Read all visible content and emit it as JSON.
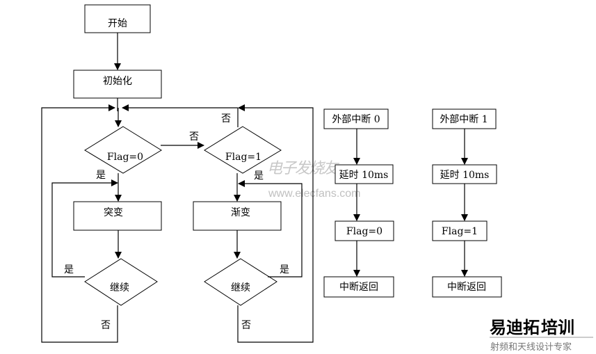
{
  "main_flow": {
    "start": "开始",
    "init": "初始化",
    "decision_flag0": "Flag=0",
    "decision_flag1": "Flag=1",
    "step_abrupt": "突变",
    "step_gradual": "渐变",
    "continue_left": "继续",
    "continue_right": "继续",
    "labels": {
      "yes": "是",
      "no": "否"
    }
  },
  "interrupt0": {
    "title": "外部中断 0",
    "delay": "延时 10ms",
    "set": "Flag=0",
    "return": "中断返回"
  },
  "interrupt1": {
    "title": "外部中断 1",
    "delay": "延时 10ms",
    "set": "Flag=1",
    "return": "中断返回"
  },
  "watermark": {
    "cn": "电子发烧友",
    "url": "www.elecfans.com"
  },
  "logo": {
    "brand_a": "易迪拓",
    "brand_b": "培训",
    "tagline": "射频和天线设计专家",
    "color_a": "#e05060",
    "color_b": "#3a7fc8"
  }
}
